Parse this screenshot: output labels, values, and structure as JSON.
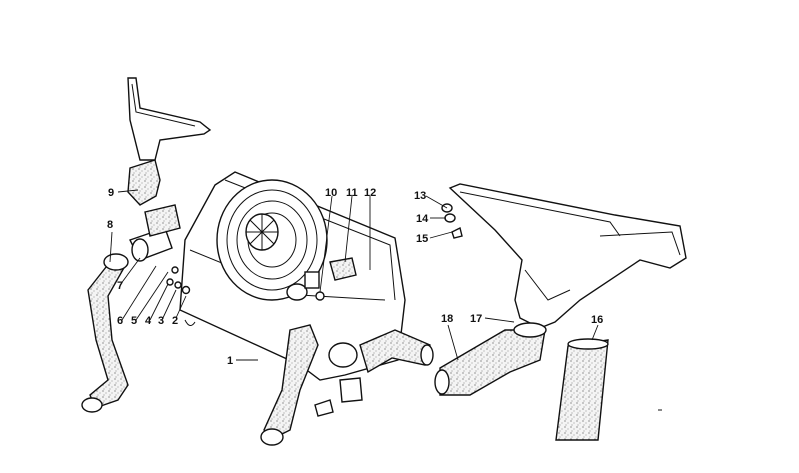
{
  "callouts": [
    {
      "num": "1"
    },
    {
      "num": "2"
    },
    {
      "num": "3"
    },
    {
      "num": "4"
    },
    {
      "num": "5"
    },
    {
      "num": "6"
    },
    {
      "num": "7"
    },
    {
      "num": "8"
    },
    {
      "num": "9"
    },
    {
      "num": "10"
    },
    {
      "num": "11"
    },
    {
      "num": "12"
    },
    {
      "num": "13"
    },
    {
      "num": "14"
    },
    {
      "num": "15"
    },
    {
      "num": "16"
    },
    {
      "num": "17"
    },
    {
      "num": "18"
    }
  ]
}
